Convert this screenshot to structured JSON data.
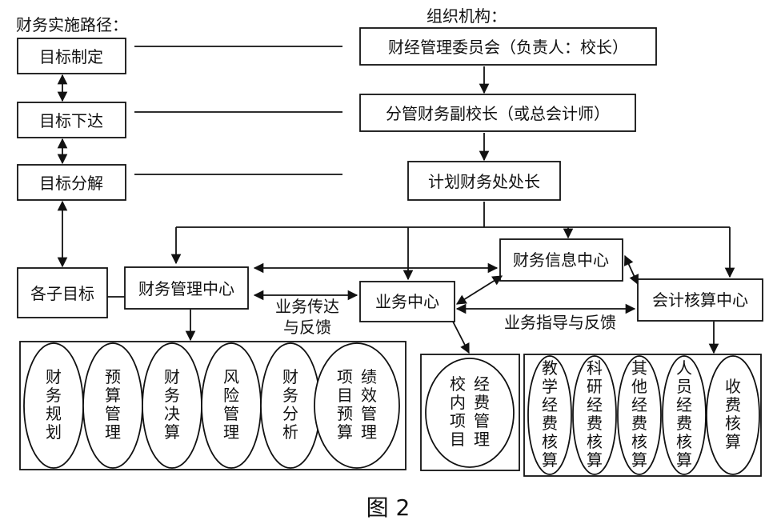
{
  "section_labels": {
    "path": "财务实施路径：",
    "org": "组织机构："
  },
  "path_boxes": [
    "目标制定",
    "目标下达",
    "目标分解",
    "各子目标"
  ],
  "org_boxes": [
    "财经管理委员会（负责人：校长）",
    "分管财务副校长（或总会计师）",
    "计划财务处处长"
  ],
  "centers": {
    "finance_mgmt": "财务管理中心",
    "business": "业务中心",
    "info": "财务信息中心",
    "accounting": "会计核算中心"
  },
  "edge_labels": {
    "transmit_line1": "业务传达",
    "transmit_line2": "与反馈",
    "guidance": "业务指导与反馈"
  },
  "group_finance": [
    [
      "财务规划"
    ],
    [
      "预算管理"
    ],
    [
      "财务决算"
    ],
    [
      "风险管理"
    ],
    [
      "财务分析"
    ],
    [
      "绩效管理",
      "项目预算"
    ]
  ],
  "group_business": [
    [
      "经费管理",
      "校内项目"
    ]
  ],
  "group_accounting": [
    [
      "教学经费核算"
    ],
    [
      "科研经费核算"
    ],
    [
      "其他经费核算"
    ],
    [
      "人员经费核算"
    ],
    [
      "收费核算"
    ]
  ],
  "caption": "图 2"
}
